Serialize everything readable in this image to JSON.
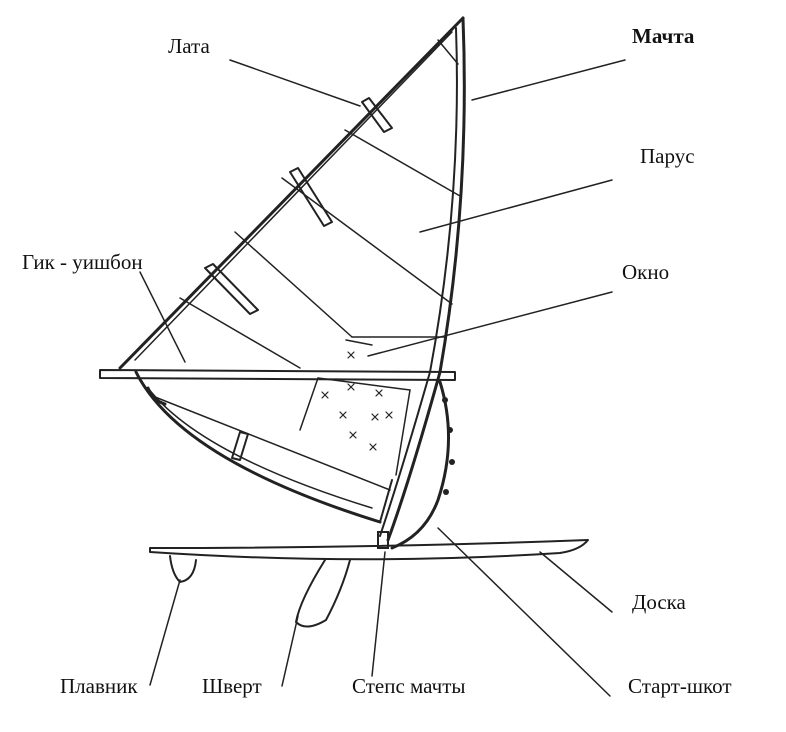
{
  "labels": {
    "lata": "Лата",
    "machta": "Мачта",
    "parus": "Парус",
    "gik": "Гик - уишбон",
    "okno": "Окно",
    "doska": "Доска",
    "plavnik": "Плавник",
    "shvert": "Шверт",
    "steps": "Степс мачты",
    "startshkot": "Старт-шкот"
  }
}
